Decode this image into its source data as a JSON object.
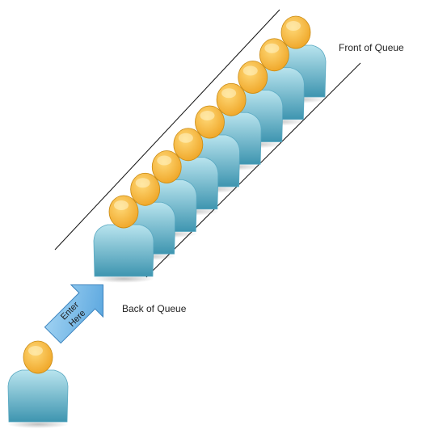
{
  "labels": {
    "front": "Front of Queue",
    "back": "Back of Queue",
    "enter_line1": "Enter",
    "enter_line2": "Here"
  },
  "queue": {
    "people_in_queue": 9,
    "waiting_person": 1
  },
  "colors": {
    "head": "#F3B63A",
    "head_outline": "#C98A12",
    "body_top": "#B9E4EE",
    "body_bottom": "#3E95B0",
    "arrow": "#6FB6E8",
    "arrow_outline": "#3A82BD",
    "line": "#111111"
  },
  "icons": {
    "person": "person-icon",
    "arrow": "enter-arrow-icon"
  }
}
